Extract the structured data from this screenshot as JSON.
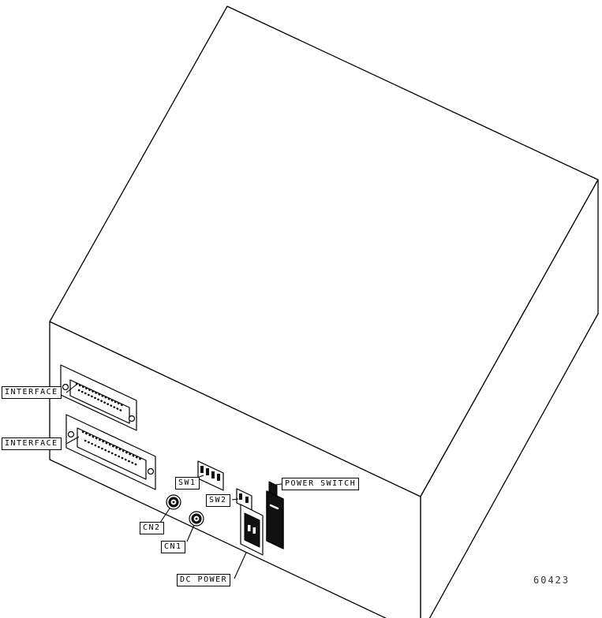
{
  "figure": {
    "number": "60423"
  },
  "colors": {
    "line": "#000000",
    "background": "#ffffff",
    "dark_fill": "#111111"
  },
  "callouts": {
    "interface_top": {
      "label": "INTERFACE"
    },
    "interface_bottom": {
      "label": "INTERFACE"
    },
    "sw1": {
      "label": "SW1"
    },
    "sw2": {
      "label": "SW2"
    },
    "power_switch": {
      "label": "POWER SWITCH"
    },
    "cn2": {
      "label": "CN2"
    },
    "cn1": {
      "label": "CN1"
    },
    "dc_power": {
      "label": "DC POWER"
    }
  }
}
